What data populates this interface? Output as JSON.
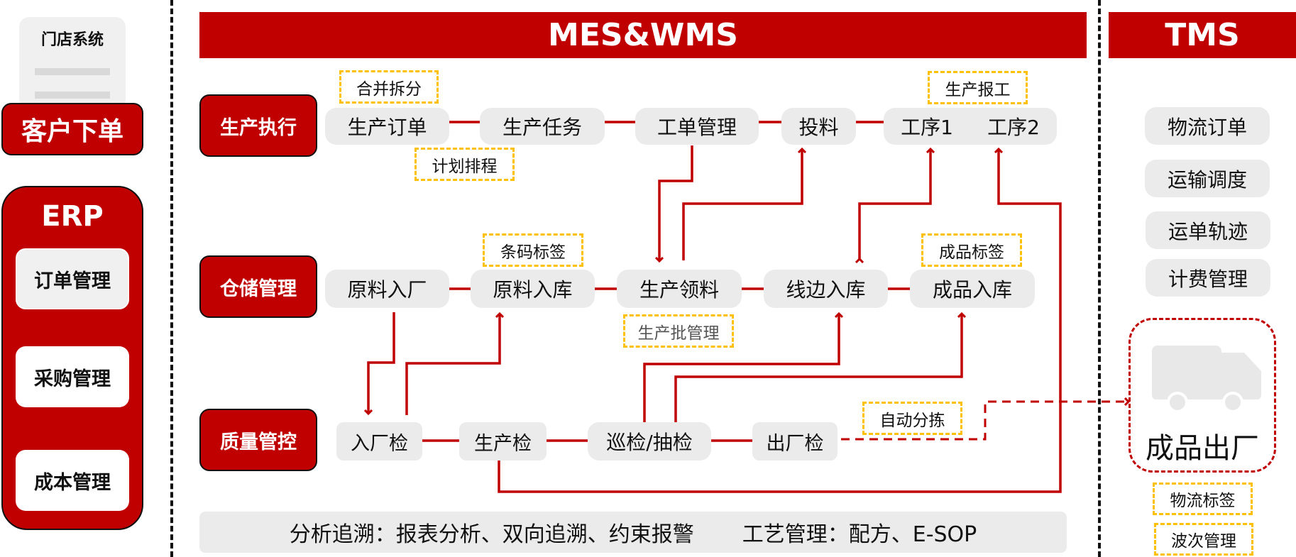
{
  "left": {
    "store_system": "门店系统",
    "customer_order": "客户下单",
    "erp": {
      "title": "ERP",
      "items": [
        "订单管理",
        "采购管理",
        "成本管理"
      ]
    }
  },
  "mes_wms": {
    "title": "MES&WMS",
    "rows": [
      {
        "category": "生产执行",
        "nodes": [
          "生产订单",
          "生产任务",
          "工单管理",
          "投料",
          "工序1",
          "工序2"
        ],
        "tags": [
          "合并拆分",
          "计划排程",
          "生产报工"
        ]
      },
      {
        "category": "仓储管理",
        "nodes": [
          "原料入厂",
          "原料入库",
          "生产领料",
          "线边入库",
          "成品入库"
        ],
        "tags": [
          "条码标签",
          "生产批管理",
          "成品标签"
        ]
      },
      {
        "category": "质量管控",
        "nodes": [
          "入厂检",
          "生产检",
          "巡检/抽检",
          "出厂检"
        ],
        "tags": [
          "自动分拣"
        ]
      }
    ],
    "footer": {
      "analysis": "分析追溯：报表分析、双向追溯、约束报警",
      "process": "工艺管理：配方、E-SOP"
    }
  },
  "tms": {
    "title": "TMS",
    "items": [
      "物流订单",
      "运输调度",
      "运单轨迹",
      "计费管理"
    ],
    "finished_out": "成品出厂",
    "tags": [
      "物流标签",
      "波次管理"
    ]
  },
  "colors": {
    "brand_red": "#c00000",
    "tag_border": "#ffc000",
    "node_gray": "#ebebeb"
  }
}
